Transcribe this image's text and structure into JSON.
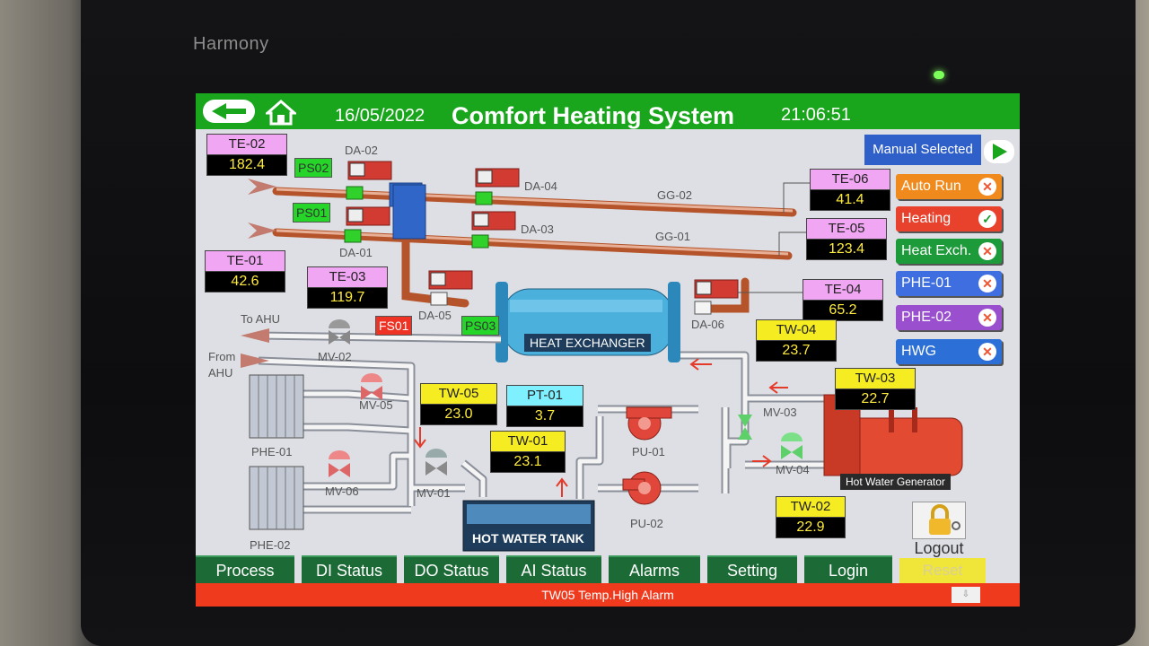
{
  "device": {
    "brand": "Harmony"
  },
  "header": {
    "date": "16/05/2022",
    "title": "Comfort Heating System",
    "time": "21:06:51",
    "mode": "Manual Selected"
  },
  "tags": {
    "te02": {
      "name": "TE-02",
      "value": "182.4"
    },
    "te01": {
      "name": "TE-01",
      "value": "42.6"
    },
    "te03": {
      "name": "TE-03",
      "value": "119.7"
    },
    "te06": {
      "name": "TE-06",
      "value": "41.4"
    },
    "te05": {
      "name": "TE-05",
      "value": "123.4"
    },
    "te04": {
      "name": "TE-04",
      "value": "65.2"
    },
    "tw04": {
      "name": "TW-04",
      "value": "23.7"
    },
    "tw03": {
      "name": "TW-03",
      "value": "22.7"
    },
    "tw05": {
      "name": "TW-05",
      "value": "23.0"
    },
    "pt01": {
      "name": "PT-01",
      "value": "3.7"
    },
    "tw01": {
      "name": "TW-01",
      "value": "23.1"
    },
    "tw02": {
      "name": "TW-02",
      "value": "22.9"
    }
  },
  "switches": {
    "ps02": "PS02",
    "ps01": "PS01",
    "ps03": "PS03",
    "fs01": "FS01"
  },
  "labels": {
    "da02": "DA-02",
    "da01": "DA-01",
    "da04": "DA-04",
    "da03": "DA-03",
    "da05": "DA-05",
    "da06": "DA-06",
    "gg02": "GG-02",
    "gg01": "GG-01",
    "to_ahu": "To AHU",
    "from": "From",
    "ahu": "AHU",
    "mv02": "MV-02",
    "mv05": "MV-05",
    "mv06": "MV-06",
    "mv01": "MV-01",
    "mv03": "MV-03",
    "mv04": "MV-04",
    "phe01": "PHE-01",
    "phe02": "PHE-02",
    "pu01": "PU-01",
    "pu02": "PU-02",
    "heat_exchanger": "HEAT EXCHANGER",
    "hot_water_tank": "HOT WATER TANK",
    "hot_water_generator": "Hot Water Generator"
  },
  "modes": [
    {
      "label": "Auto Run",
      "state": "off",
      "color": "#f08a1c"
    },
    {
      "label": "Heating",
      "state": "on",
      "color": "#e8412c"
    },
    {
      "label": "Heat Exch.",
      "state": "off",
      "color": "#1d9a3a"
    },
    {
      "label": "PHE-01",
      "state": "off",
      "color": "#3e6ee0"
    },
    {
      "label": "PHE-02",
      "state": "off",
      "color": "#9a4fcf"
    },
    {
      "label": "HWG",
      "state": "off",
      "color": "#2c6fd6"
    }
  ],
  "logout": "Logout",
  "nav": [
    "Process",
    "DI Status",
    "DO Status",
    "AI Status",
    "Alarms",
    "Setting",
    "Login"
  ],
  "reset": "Reset",
  "alarm": "TW05 Temp.High Alarm"
}
